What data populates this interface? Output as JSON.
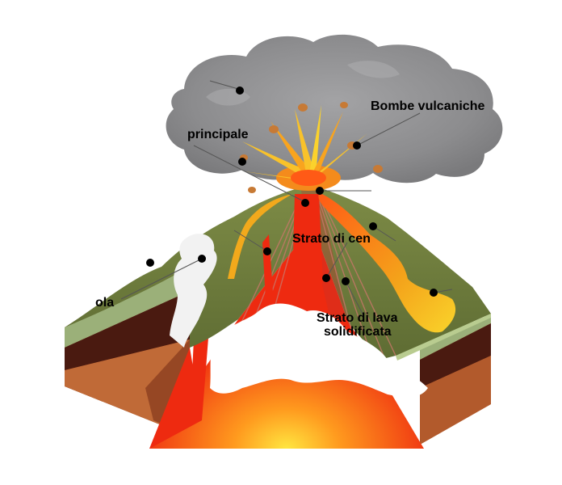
{
  "labels": {
    "bombe": "Bombe vulcaniche",
    "principale": "principale",
    "cenere": "Strato di cen",
    "lava_line1": "Strato di lava",
    "lava_line2": "solidificata",
    "ola": "ola"
  },
  "colors": {
    "cloud": "#8d8d8f",
    "grass": "#6f7f3e",
    "magma": "#ee2a10",
    "lava_flow": "#f29a1c",
    "soil_dark": "#4a1a10",
    "soil_mid": "#8a3f22",
    "soil_light": "#c06a37"
  }
}
